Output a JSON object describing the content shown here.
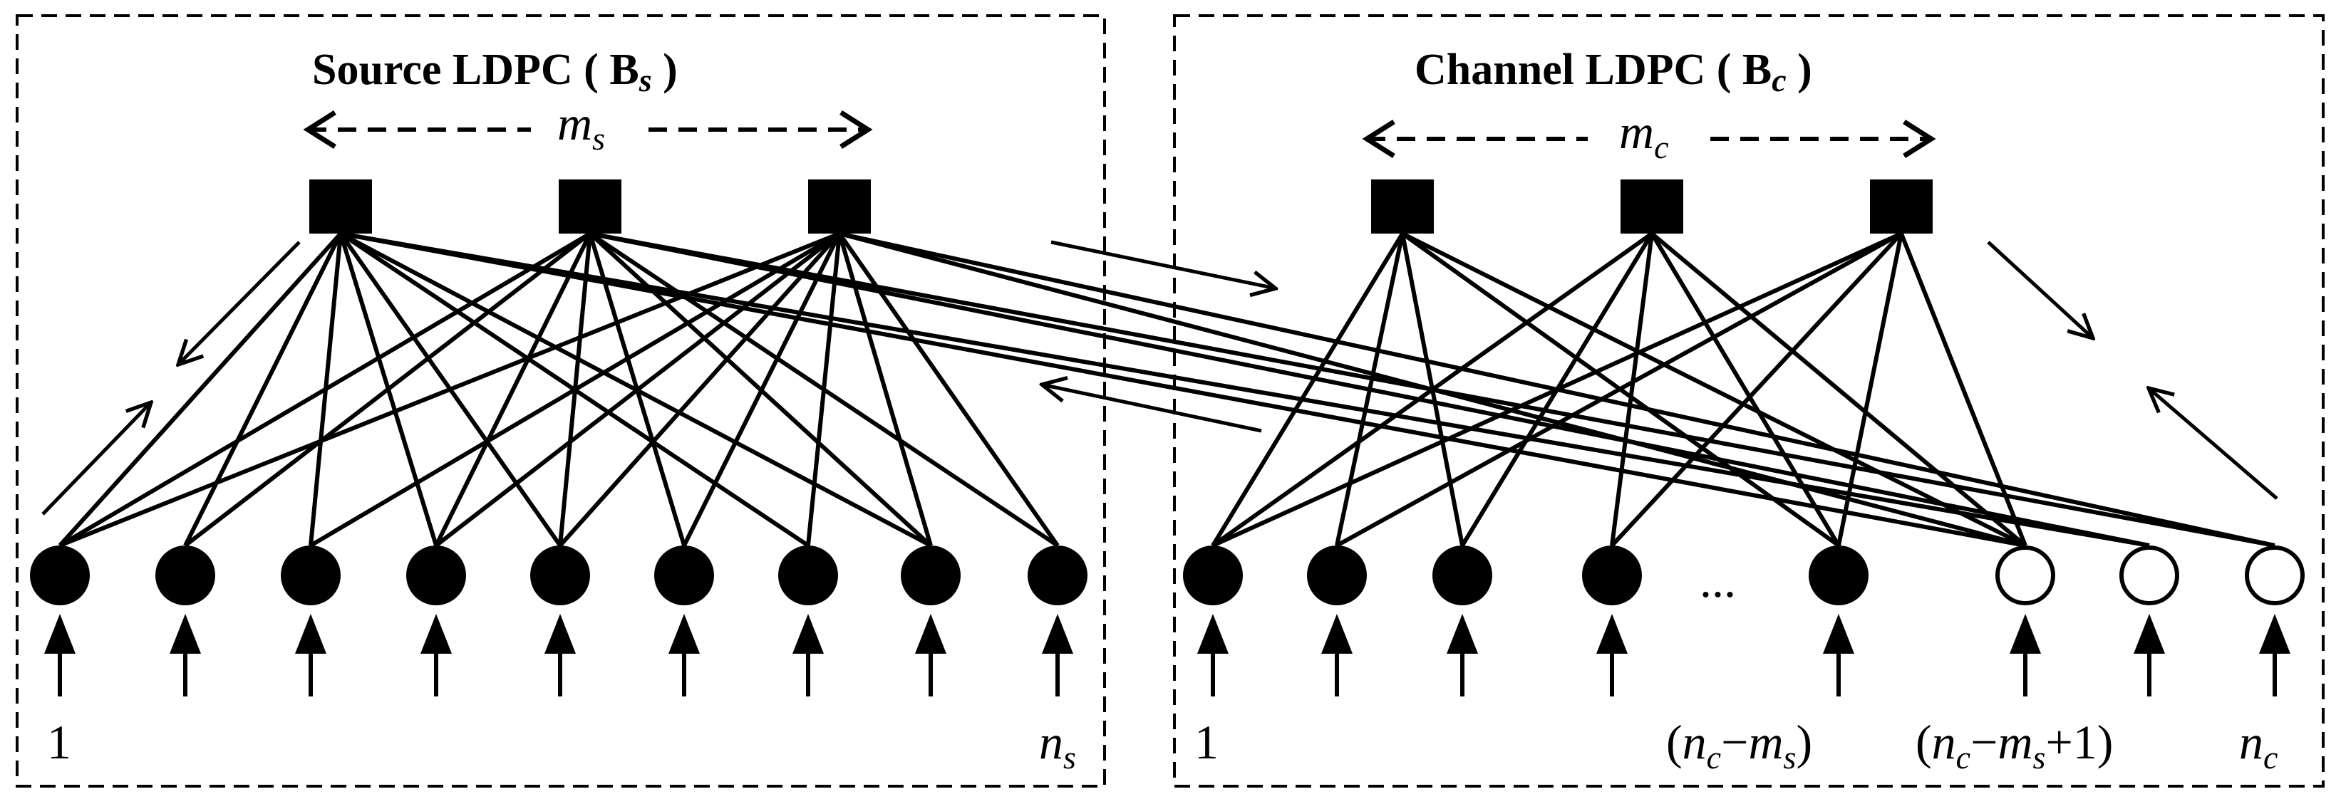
{
  "source_panel": {
    "title_prefix": "Source LDPC ( B",
    "title_sub": "s",
    "title_suffix": " )",
    "span_label": "m",
    "span_sub": "s",
    "first_label": "1",
    "last_label": "n",
    "last_sub": "s"
  },
  "channel_panel": {
    "title_prefix": "Channel LDPC ( B",
    "title_sub": "c",
    "title_suffix": " )",
    "span_label": "m",
    "span_sub": "c",
    "first_label": "1",
    "ellipsis": "...",
    "mid_label_open": "(",
    "mid_label_n": "n",
    "mid_label_nsub": "c",
    "mid_label_minus": "−",
    "mid_label_m": "m",
    "mid_label_msub": "s",
    "mid_label_close": ")",
    "mid2_label_open": "(",
    "mid2_label_n": "n",
    "mid2_label_nsub": "c",
    "mid2_label_minus": "−",
    "mid2_label_m": "m",
    "mid2_label_msub": "s",
    "mid2_label_plus": "+1)",
    "last_label": "n",
    "last_sub": "c"
  },
  "colors": {
    "ink": "#000000",
    "background": "#ffffff"
  }
}
